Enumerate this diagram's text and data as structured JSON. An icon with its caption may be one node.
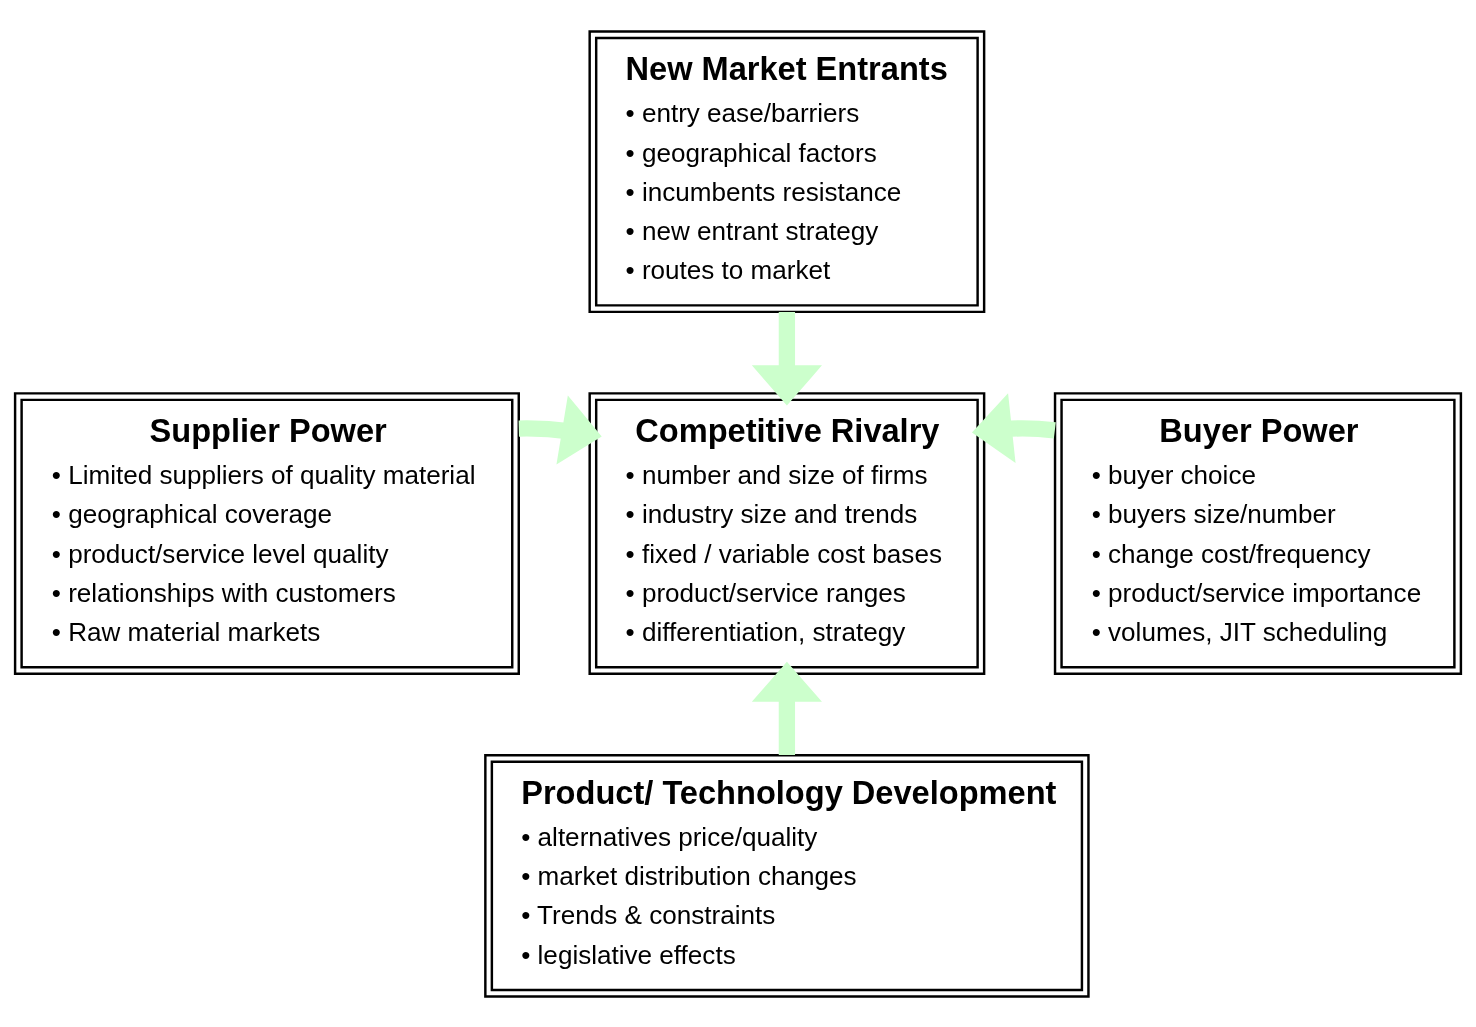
{
  "diagram": {
    "nodes": [
      {
        "text": [
          "New Market Entrants",
          "• entry ease/barriers",
          "• geographical factors",
          "• incumbents resistance",
          "• new entrant strategy",
          "• routes to market"
        ]
      },
      {
        "text": [
          "Supplier Power",
          "• Limited suppliers of quality material",
          "• geographical coverage",
          "• product/service level quality",
          "• relationships with customers",
          "• Raw material markets"
        ]
      },
      {
        "text": [
          "Competitive Rivalry",
          "• number and size of firms",
          "• industry size and trends",
          "• fixed / variable cost bases",
          "• product/service ranges",
          "• differentiation, strategy"
        ]
      },
      {
        "text": [
          "Buyer Power",
          "• buyer choice",
          "• buyers size/number",
          "• change cost/frequency",
          "• product/service importance",
          "• volumes, JIT scheduling"
        ]
      },
      {
        "text": [
          "Product/ Technology Development",
          "• alternatives price/quality",
          "• market distribution changes",
          "• Trends & constraints",
          "• legislative effects"
        ]
      }
    ],
    "edges": [
      {
        "from": 0,
        "to": 2,
        "arrow": "to"
      },
      {
        "from": 1,
        "to": 2,
        "arrow": "to"
      },
      {
        "from": 3,
        "to": 2,
        "arrow": "to"
      },
      {
        "from": 4,
        "to": 2,
        "arrow": "to"
      }
    ]
  }
}
